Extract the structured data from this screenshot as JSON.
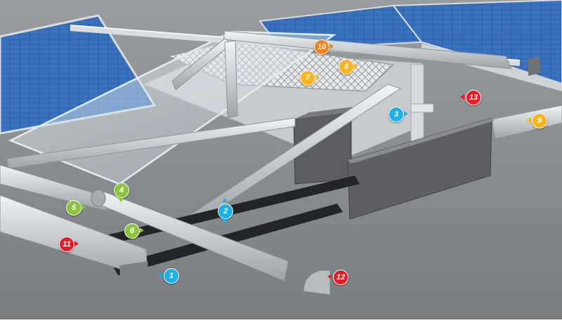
{
  "colors": {
    "blue": "#1fb0e6",
    "green": "#8cc63f",
    "yellow": "#f7b520",
    "orange": "#f08020",
    "red": "#e41e26",
    "roof": "#8a8d90",
    "panel": "#2b5fa8",
    "aluminium": "#cfd3d6",
    "ballast": "#5d5f62"
  },
  "callouts": [
    {
      "label": "1",
      "color": "blue",
      "pointer": "left"
    },
    {
      "label": "2",
      "color": "blue",
      "pointer": "updown"
    },
    {
      "label": "3",
      "color": "blue",
      "pointer": "right"
    },
    {
      "label": "4",
      "color": "green",
      "pointer": "down"
    },
    {
      "label": "5",
      "color": "green",
      "pointer": "right"
    },
    {
      "label": "6",
      "color": "green",
      "pointer": "right"
    },
    {
      "label": "7",
      "color": "yellow",
      "pointer": "right"
    },
    {
      "label": "8",
      "color": "yellow",
      "pointer": "right"
    },
    {
      "label": "9",
      "color": "yellow",
      "pointer": "left"
    },
    {
      "label": "10",
      "color": "orange",
      "pointer": "right"
    },
    {
      "label": "11",
      "color": "red",
      "pointer": "right"
    },
    {
      "label": "12",
      "color": "red",
      "pointer": "left"
    },
    {
      "label": "13",
      "color": "red",
      "pointer": "left"
    }
  ]
}
